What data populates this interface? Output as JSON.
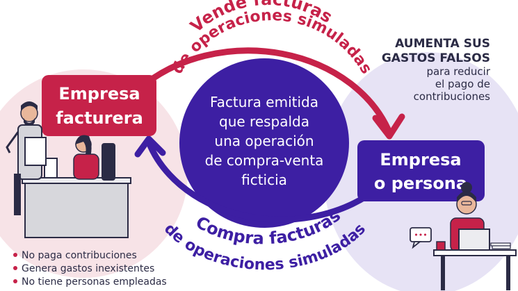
{
  "colors": {
    "crimson": "#c62249",
    "indigo": "#3d1fa3",
    "indigo_light": "#4524b8",
    "blush_bg": "#f7e3e7",
    "lavender_bg": "#e7e3f5",
    "text_dark": "#2b2b45"
  },
  "left_box": {
    "line1": "Empresa",
    "line2": "facturera"
  },
  "right_box": {
    "line1": "Empresa",
    "line2": "o persona"
  },
  "top_arc": {
    "line1": "Vende facturas",
    "line2": "de operaciones simuladas"
  },
  "bottom_arc": {
    "line1": "Compra facturas",
    "line2": "de operaciones simuladas"
  },
  "center": {
    "lines": [
      "Factura emitida",
      "que respalda",
      "una operación",
      "de compra-venta",
      "ficticia"
    ]
  },
  "note": {
    "bold_line1": "AUMENTA SUS",
    "bold_line2": "GASTOS FALSOS",
    "line3": "para reducir",
    "line4": "el pago de",
    "line5": "contribuciones"
  },
  "bullets": [
    "No paga contribuciones",
    "Genera gastos inexistentes",
    "No tiene personas empleadas"
  ],
  "chat_bubble": {
    "text": "•••"
  }
}
